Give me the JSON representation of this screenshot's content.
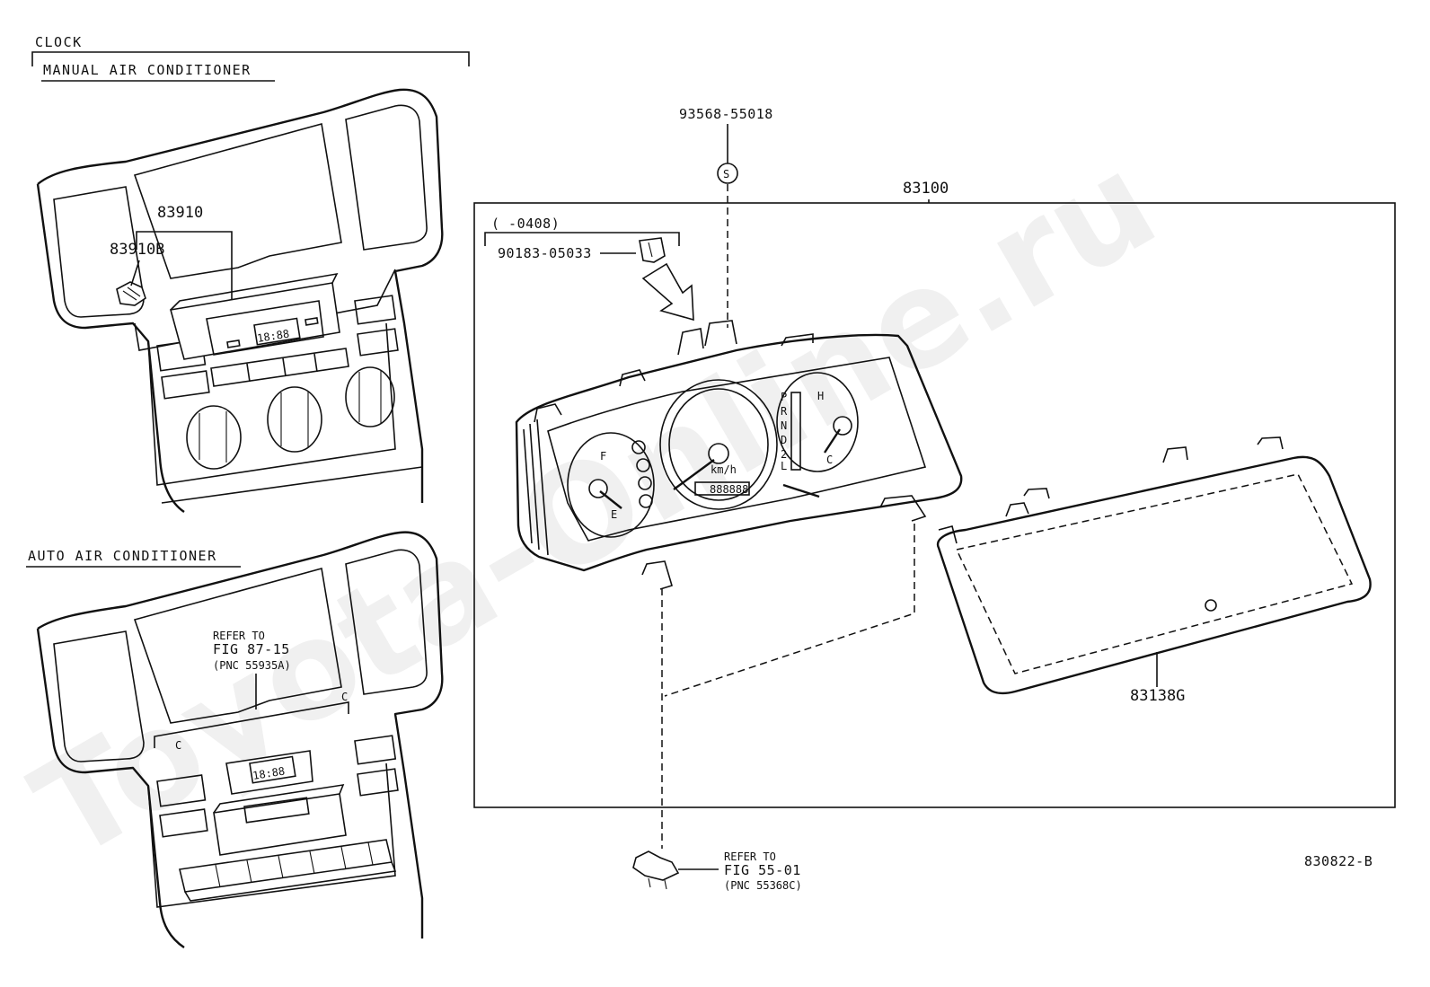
{
  "watermark": "Toyota-Online.ru",
  "left_panel": {
    "group_title": "CLOCK",
    "manual_section_title": "MANUAL AIR CONDITIONER",
    "auto_section_title": "AUTO AIR CONDITIONER",
    "clock_display_manual": "18:88",
    "clock_display_auto": "18:88",
    "part_clock_assembly": "83910",
    "part_clock_bulb": "83910B",
    "refer_text": "REFER TO",
    "refer_fig": "FIG 87-15",
    "refer_pnc": "(PNC 55935A)",
    "bracket_mark_left": "C",
    "bracket_mark_right": "C"
  },
  "right_panel": {
    "part_screw": "93568-55018",
    "screw_symbol": "S",
    "part_combination_meter": "83100",
    "date_range": "(      -0408)",
    "part_clip": "90183-05033",
    "part_glass": "83138G",
    "refer_text": "REFER TO",
    "refer_fig": "FIG 55-01",
    "refer_pnc": "(PNC 55368C)",
    "gauge_letters": {
      "fuel_full": "F",
      "fuel_empty": "E",
      "temp_hot": "H",
      "temp_cold": "C",
      "gear_p": "P",
      "gear_r": "R",
      "gear_n": "N",
      "gear_d": "D",
      "gear_2": "2",
      "gear_l": "L",
      "speed_unit": "km/h",
      "odometer": "888888"
    }
  },
  "figure_code": "830822-B"
}
